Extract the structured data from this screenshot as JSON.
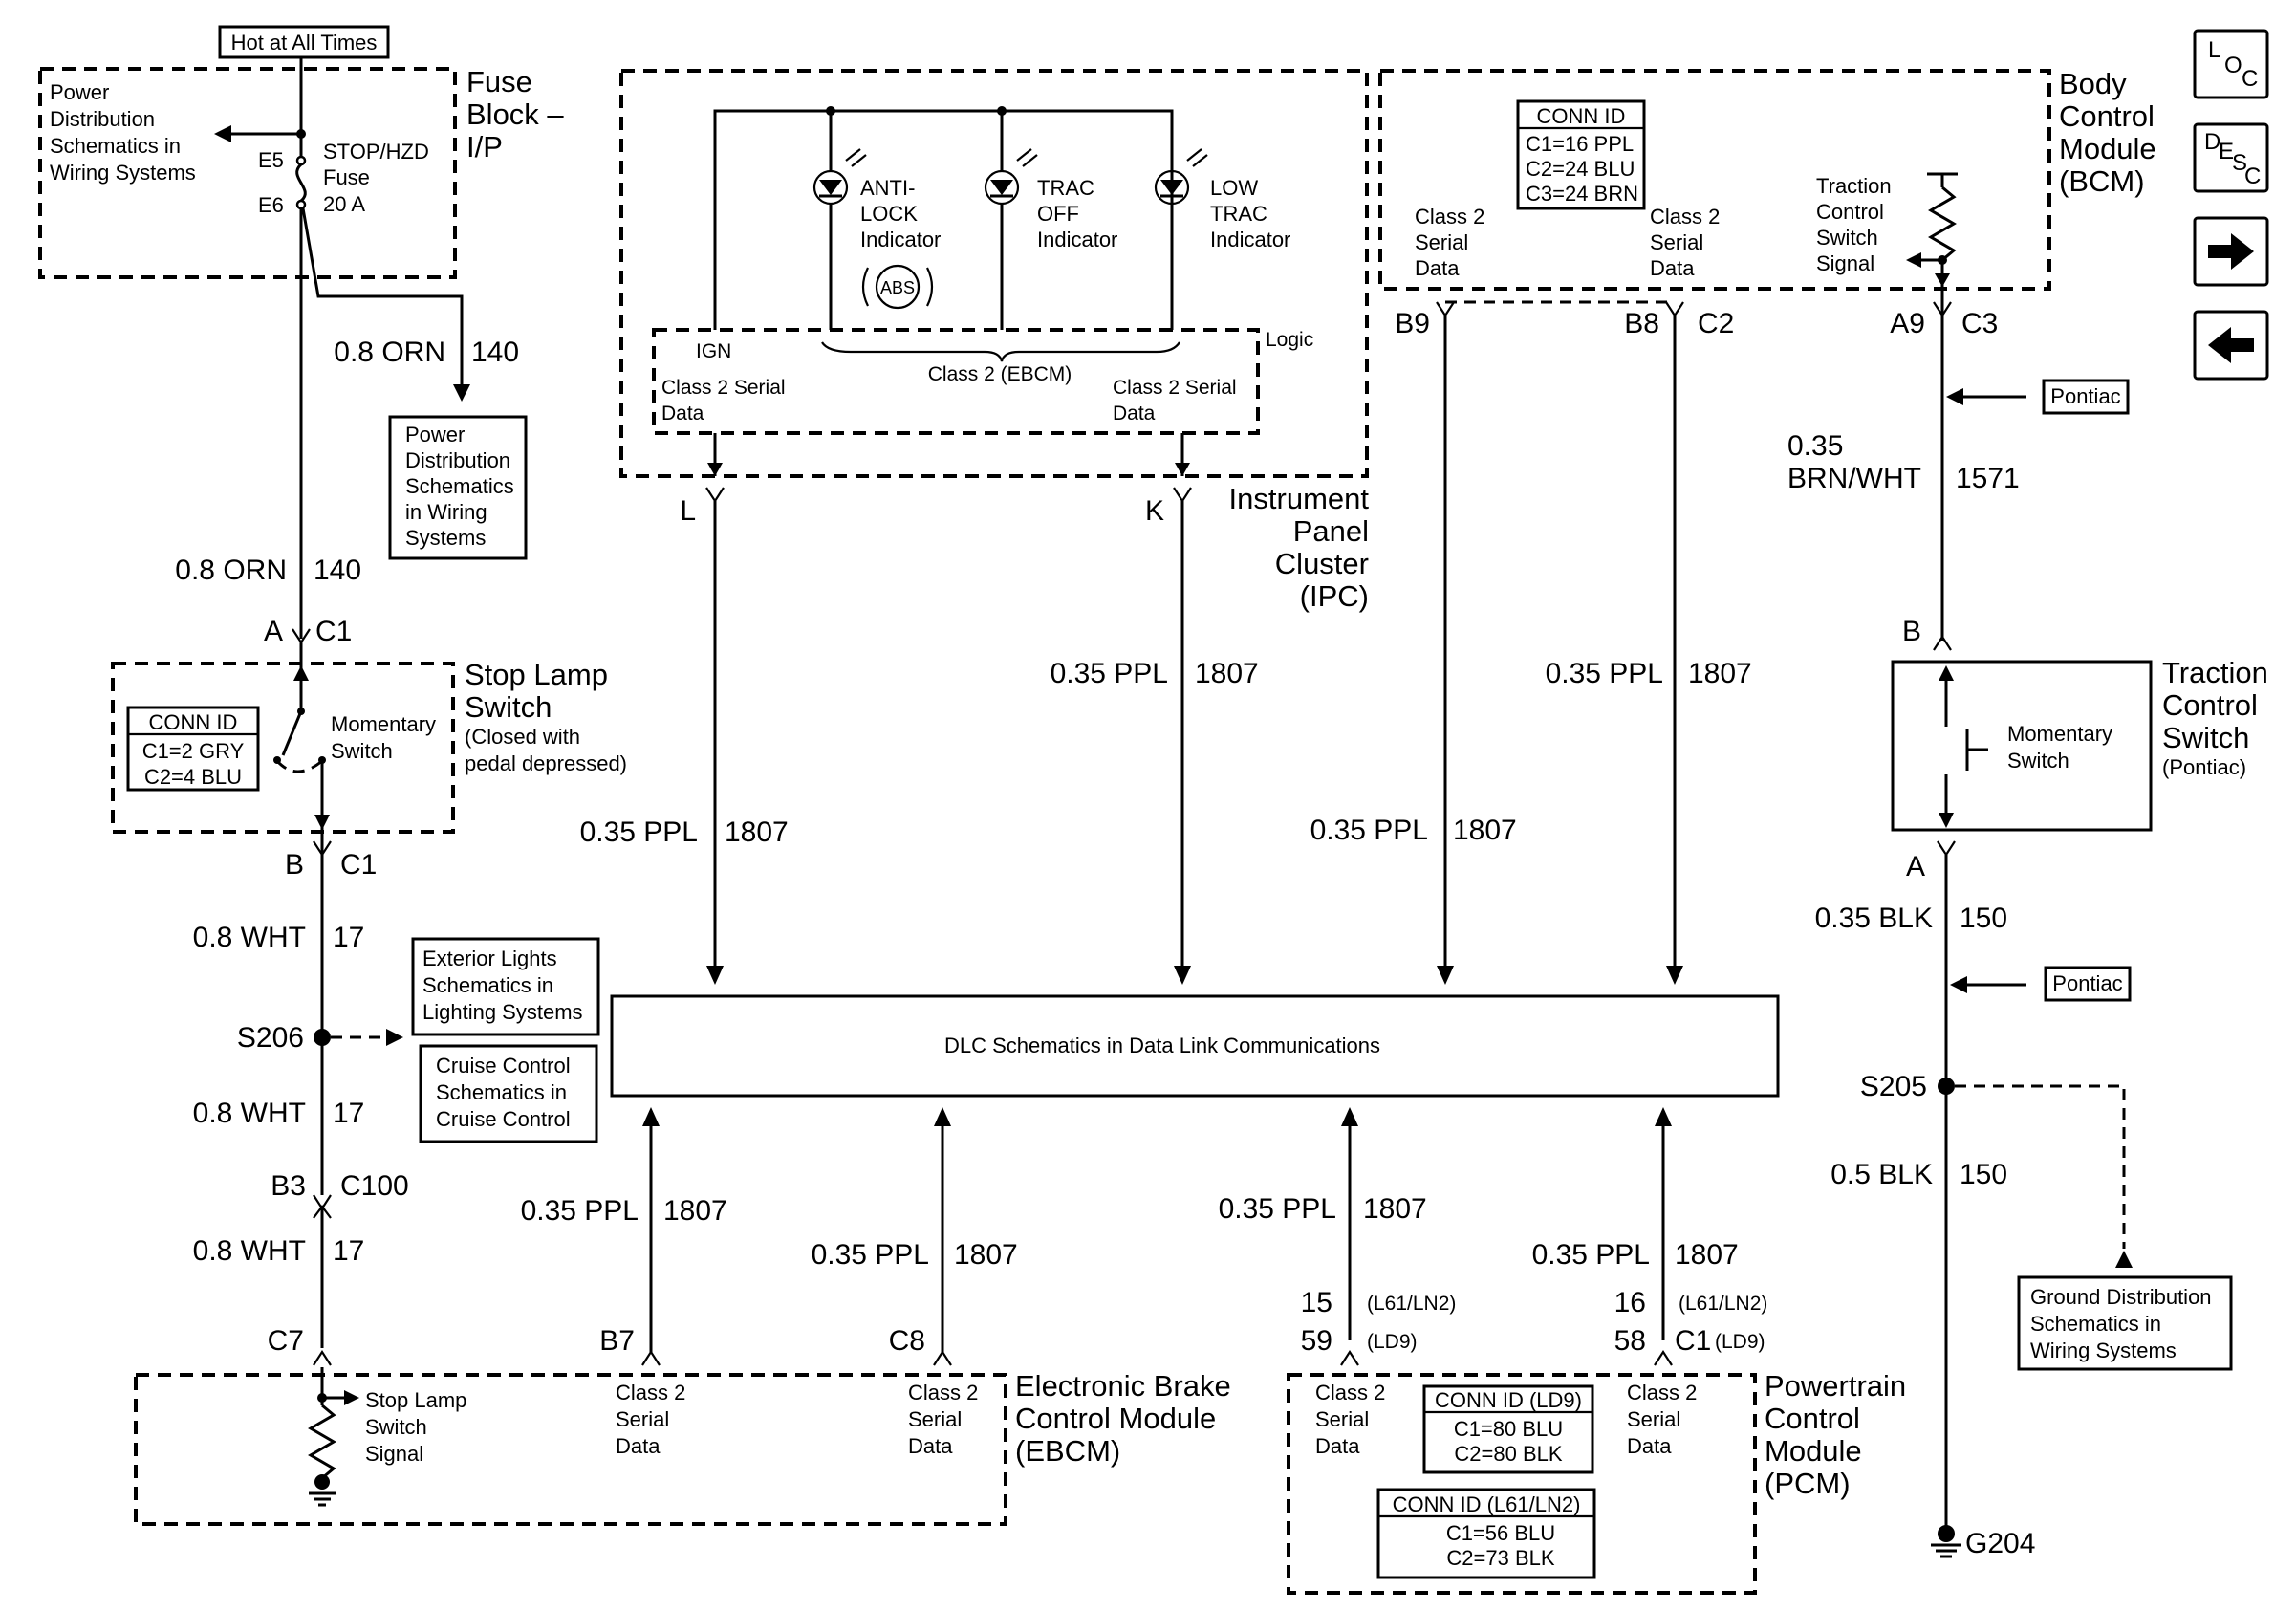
{
  "nav": {
    "loc_main": "L",
    "loc_sub1": "O",
    "loc_sub2": "C",
    "desc_main": "D",
    "desc_sub1": "E",
    "desc_sub2": "S",
    "desc_sub3": "C"
  },
  "fuse": {
    "hot_label": "Hot at All Times",
    "block_title_1": "Fuse",
    "block_title_2": "Block –",
    "block_title_3": "I/P",
    "power_dist_1": "Power",
    "power_dist_2": "Distribution",
    "power_dist_3": "Schematics in",
    "power_dist_4": "Wiring Systems",
    "e5": "E5",
    "e6": "E6",
    "fuse_name_1": "STOP/HZD",
    "fuse_name_2": "Fuse",
    "fuse_rating": "20 A",
    "wire_orn_1": "0.8 ORN",
    "circuit_140_1": "140",
    "pd_box_1": "Power",
    "pd_box_2": "Distribution",
    "pd_box_3": "Schematics",
    "pd_box_4": "in Wiring",
    "pd_box_5": "Systems",
    "wire_orn_2": "0.8 ORN",
    "circuit_140_2": "140"
  },
  "stop_lamp": {
    "pin_a": "A",
    "conn_c1_top": "C1",
    "title_1": "Stop Lamp",
    "title_2": "Switch",
    "note_1": "(Closed with",
    "note_2": "pedal depressed)",
    "conn_id_header": "CONN ID",
    "conn_id_1": "C1=2 GRY",
    "conn_id_2": "C2=4 BLU",
    "momentary_1": "Momentary",
    "momentary_2": "Switch",
    "pin_b": "B",
    "conn_c1_bottom": "C1",
    "wire_wht_1": "0.8 WHT",
    "circuit_17_1": "17",
    "splice": "S206",
    "ext_lights_1": "Exterior Lights",
    "ext_lights_2": "Schematics in",
    "ext_lights_3": "Lighting Systems",
    "cruise_1": "Cruise Control",
    "cruise_2": "Schematics in",
    "cruise_3": "Cruise Control",
    "wire_wht_2": "0.8 WHT",
    "circuit_17_2": "17",
    "pin_b3": "B3",
    "conn_c100": "C100",
    "wire_wht_3": "0.8 WHT",
    "circuit_17_3": "17",
    "pin_c7": "C7"
  },
  "ipc": {
    "anti_lock_1": "ANTI-",
    "anti_lock_2": "LOCK",
    "anti_lock_3": "Indicator",
    "abs": "ABS",
    "trac_off_1": "TRAC",
    "trac_off_2": "OFF",
    "trac_off_3": "Indicator",
    "low_trac_1": "LOW",
    "low_trac_2": "TRAC",
    "low_trac_3": "Indicator",
    "ign": "IGN",
    "logic": "Logic",
    "class2_ebcm": "Class 2 (EBCM)",
    "serial_left_1": "Class 2 Serial",
    "serial_left_2": "Data",
    "serial_right_1": "Class 2 Serial",
    "serial_right_2": "Data",
    "pin_l": "L",
    "pin_k": "K",
    "title_1": "Instrument",
    "title_2": "Panel",
    "title_3": "Cluster",
    "title_4": "(IPC)",
    "wire_k_upper": "0.35 PPL",
    "circuit_k_upper": "1807",
    "wire_l_lower": "0.35 PPL",
    "circuit_l_lower": "1807"
  },
  "bcm": {
    "conn_id_header": "CONN ID",
    "conn_id_1": "C1=16 PPL",
    "conn_id_2": "C2=24 BLU",
    "conn_id_3": "C3=24 BRN",
    "serial_left_1": "Class 2",
    "serial_left_2": "Serial",
    "serial_left_3": "Data",
    "serial_right_1": "Class 2",
    "serial_right_2": "Serial",
    "serial_right_3": "Data",
    "tcs_1": "Traction",
    "tcs_2": "Control",
    "tcs_3": "Switch",
    "tcs_4": "Signal",
    "title_1": "Body",
    "title_2": "Control",
    "title_3": "Module",
    "title_4": "(BCM)",
    "pin_b9": "B9",
    "pin_b8": "B8",
    "conn_c2": "C2",
    "pin_a9": "A9",
    "conn_c3": "C3",
    "wire_b8_upper": "0.35 PPL",
    "circuit_b8_upper": "1807",
    "wire_b9_lower": "0.35 PPL",
    "circuit_b9_lower": "1807"
  },
  "traction_switch": {
    "pontiac_1": "Pontiac",
    "wire_brn_1": "0.35",
    "wire_brn_2": "BRN/WHT",
    "circuit_1571": "1571",
    "pin_b": "B",
    "title_1": "Traction",
    "title_2": "Control",
    "title_3": "Switch",
    "title_4": "(Pontiac)",
    "momentary_1": "Momentary",
    "momentary_2": "Switch",
    "pin_a": "A",
    "wire_blk_1": "0.35 BLK",
    "circuit_150_1": "150",
    "pontiac_2": "Pontiac",
    "splice": "S205",
    "wire_blk_2": "0.5 BLK",
    "circuit_150_2": "150",
    "ground_1": "Ground Distribution",
    "ground_2": "Schematics in",
    "ground_3": "Wiring Systems",
    "ground_id": "G204"
  },
  "dlc": {
    "label": "DLC Schematics in Data Link Communications"
  },
  "ebcm": {
    "wire_b7": "0.35 PPL",
    "circuit_b7": "1807",
    "wire_c8": "0.35 PPL",
    "circuit_c8": "1807",
    "pin_b7": "B7",
    "pin_c8": "C8",
    "stop_sig_1": "Stop Lamp",
    "stop_sig_2": "Switch",
    "stop_sig_3": "Signal",
    "serial_a_1": "Class 2",
    "serial_a_2": "Serial",
    "serial_a_3": "Data",
    "serial_b_1": "Class 2",
    "serial_b_2": "Serial",
    "serial_b_3": "Data",
    "title_1": "Electronic Brake",
    "title_2": "Control Module",
    "title_3": "(EBCM)"
  },
  "pcm": {
    "wire_left": "0.35 PPL",
    "circuit_left": "1807",
    "wire_right": "0.35 PPL",
    "circuit_right": "1807",
    "pin_15": "15",
    "pin_15_note": "(L61/LN2)",
    "pin_59": "59",
    "pin_59_note": "(LD9)",
    "pin_16": "16",
    "pin_16_note": "(L61/LN2)",
    "pin_58": "58",
    "conn_c1": "C1",
    "pin_58_note": "(LD9)",
    "serial_left_1": "Class 2",
    "serial_left_2": "Serial",
    "serial_left_3": "Data",
    "serial_right_1": "Class 2",
    "serial_right_2": "Serial",
    "serial_right_3": "Data",
    "ld9_header": "CONN ID (LD9)",
    "ld9_1": "C1=80 BLU",
    "ld9_2": "C2=80 BLK",
    "l61_header": "CONN ID (L61/LN2)",
    "l61_1": "C1=56 BLU",
    "l61_2": "C2=73 BLK",
    "title_1": "Powertrain",
    "title_2": "Control",
    "title_3": "Module",
    "title_4": "(PCM)"
  }
}
